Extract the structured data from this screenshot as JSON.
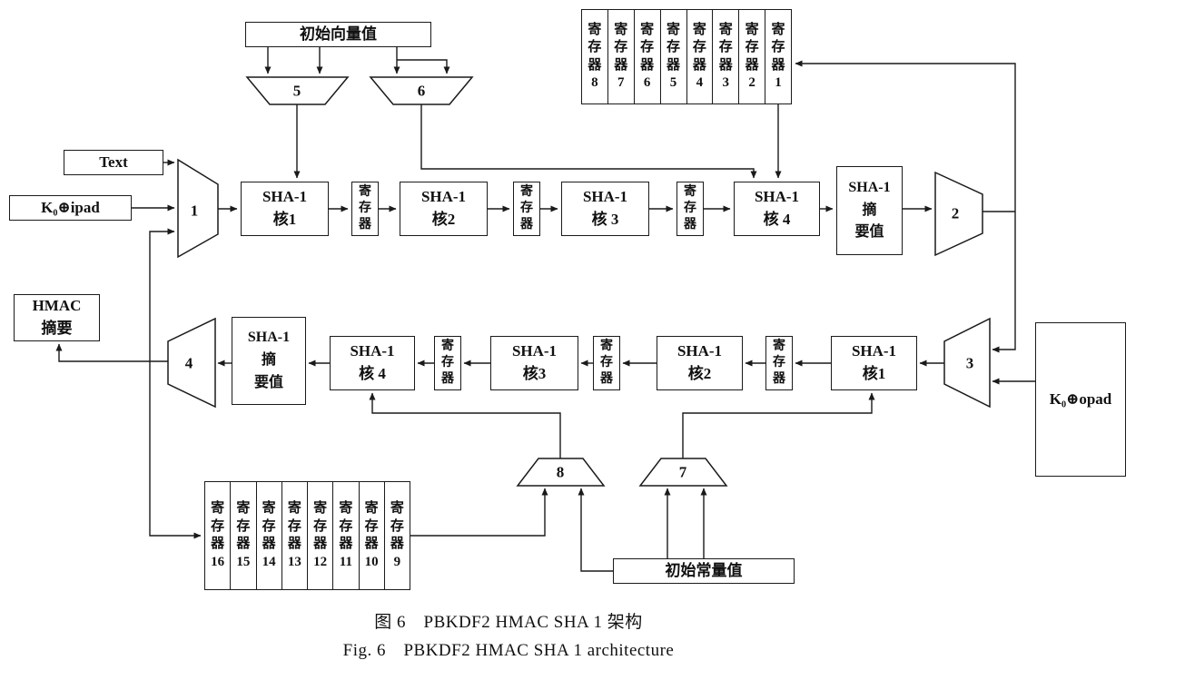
{
  "diagram": {
    "boxes": {
      "initial_vector": "初始向量值",
      "initial_constant": "初始常量值",
      "text": "Text",
      "k0_ipad": "K₀⊕ipad",
      "k0_opad": "K₀⊕opad",
      "hmac_digest": "HMAC\n摘要",
      "register_vertical": "寄\n存\n器",
      "digest_value": "SHA-1\n摘\n要值"
    },
    "top_cores": [
      "SHA-1\n核1",
      "SHA-1\n核2",
      "SHA-1\n核 3",
      "SHA-1\n核 4"
    ],
    "bottom_cores": [
      "SHA-1\n核1",
      "SHA-1\n核2",
      "SHA-1\n核3",
      "SHA-1\n核 4"
    ],
    "mux_labels": [
      "1",
      "2",
      "3",
      "4",
      "5",
      "6",
      "7",
      "8"
    ],
    "top_registers": [
      "寄\n存\n器\n8",
      "寄\n存\n器\n7",
      "寄\n存\n器\n6",
      "寄\n存\n器\n5",
      "寄\n存\n器\n4",
      "寄\n存\n器\n3",
      "寄\n存\n器\n2",
      "寄\n存\n器\n1"
    ],
    "bottom_registers": [
      "寄\n存\n器\n16",
      "寄\n存\n器\n15",
      "寄\n存\n器\n14",
      "寄\n存\n器\n13",
      "寄\n存\n器\n12",
      "寄\n存\n器\n11",
      "寄\n存\n器\n10",
      "寄\n存\n器\n9"
    ],
    "line_color": "#1a1a1a"
  },
  "caption": {
    "zh": "图 6　PBKDF2 HMAC SHA 1 架构",
    "en": "Fig. 6　PBKDF2 HMAC SHA 1 architecture"
  }
}
